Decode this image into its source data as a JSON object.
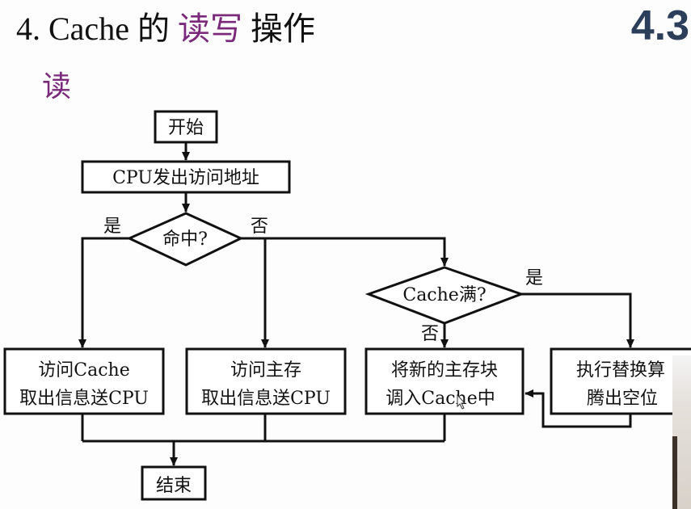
{
  "header": {
    "title_prefix": "4. Cache 的",
    "title_highlight": "读写",
    "title_suffix": "操作",
    "section_number": "4.3"
  },
  "subtitle": "读",
  "flowchart": {
    "start": "开始",
    "cpu_address": "CPU发出访问地址",
    "hit_question": "命中?",
    "full_question": "Cache满?",
    "yes": "是",
    "no": "否",
    "access_cache": [
      "访问Cache",
      "取出信息送CPU"
    ],
    "access_main": [
      "访问主存",
      "取出信息送CPU"
    ],
    "load_block": [
      "将新的主存块",
      "调入Cache中"
    ],
    "replace": [
      "执行替换算",
      "腾出空位"
    ],
    "end": "结束"
  },
  "colors": {
    "highlight": "#7b2a7b",
    "section_number": "#2b3f5a",
    "lines": "#111111"
  }
}
